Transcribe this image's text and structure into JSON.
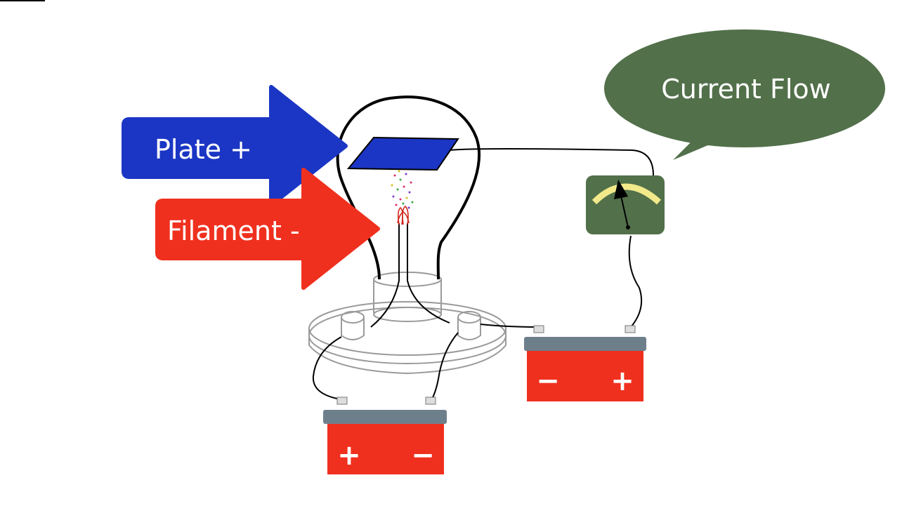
{
  "diagram": {
    "plate_label": "Plate +",
    "filament_label": "Filament -",
    "current_flow_label": "Current Flow",
    "battery_left": {
      "left_sign": "+",
      "right_sign": "−"
    },
    "battery_right": {
      "left_sign": "−",
      "right_sign": "+"
    }
  },
  "colors": {
    "plate_arrow": "#1b36c4",
    "filament_arrow": "#f0301e",
    "speech_bubble": "#52704a",
    "meter_face": "#52704a",
    "meter_arc": "#f2e98a",
    "battery_body": "#f0301e",
    "battery_top": "#6e7f8c"
  }
}
